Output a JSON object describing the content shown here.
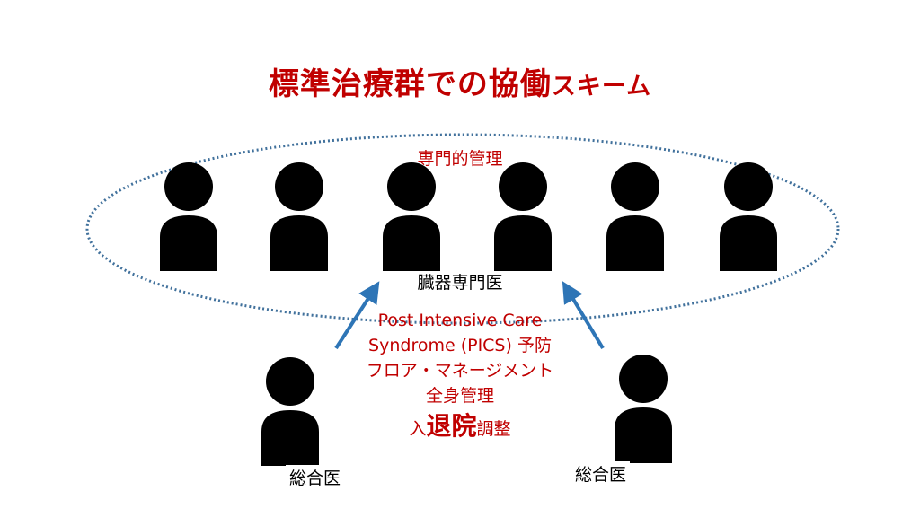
{
  "title": {
    "main": "標準治療群での協働",
    "suffix": "スキーム"
  },
  "specialist_group": {
    "heading": "専門的管理",
    "label": "臓器専門医"
  },
  "roles": {
    "line1": "Post Intensive Care",
    "line2": "Syndrome (PICS) 予防",
    "line3": "フロア・マネージメント",
    "line4": "全身管理",
    "line5_prefix": "入",
    "line5_emph": "退院",
    "line5_suffix": "調整"
  },
  "generalists": {
    "left_label": "総合医",
    "right_label": "総合医"
  },
  "colors": {
    "accent_red": "#c00000",
    "ellipse_blue": "#41719c",
    "arrow_blue": "#2e75b6",
    "person_black": "#000000"
  }
}
